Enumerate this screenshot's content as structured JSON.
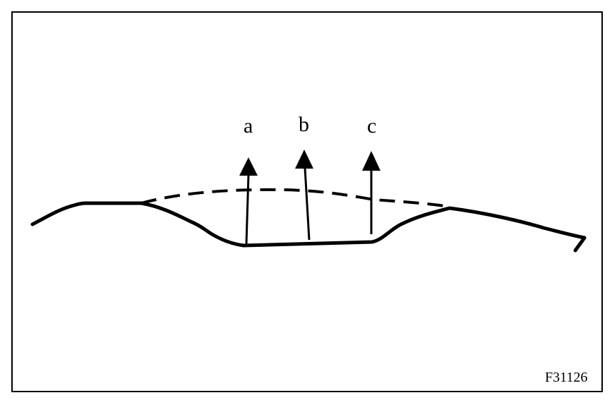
{
  "figure": {
    "code": "F31126",
    "arrow_labels": [
      "a",
      "b",
      "c"
    ]
  },
  "colors": {
    "ink": "#000000",
    "background": "#ffffff"
  }
}
